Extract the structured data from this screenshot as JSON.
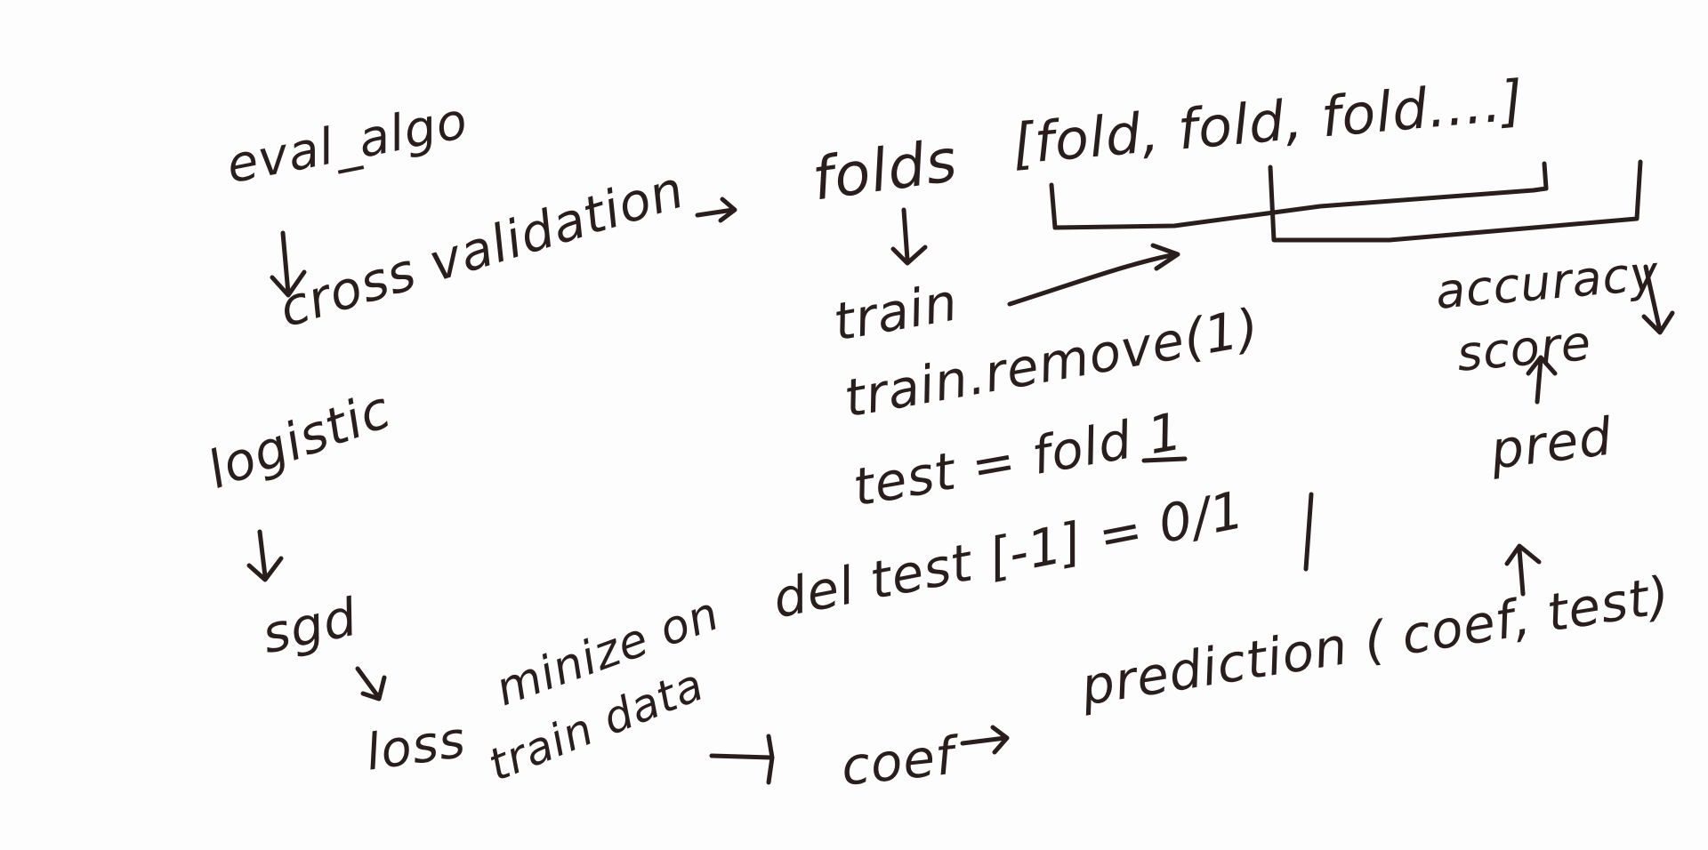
{
  "notes": {
    "eval_algo": "eval_algo",
    "cross_validation": "cross validation",
    "logistic": "logistic",
    "sgd": "sgd",
    "loss": "loss",
    "minimize_on": "minize on",
    "train_data": "train data",
    "folds": "folds",
    "fold_list": "[fold, fold, fold....]",
    "train": "train",
    "train_remove": "train.remove(1)",
    "test_fold": "test = fold 1",
    "del_test": "del test [-1] = 0/1",
    "coef": "coef",
    "prediction": "prediction ( coef, test)",
    "pred": "pred",
    "accuracy": "accuracy",
    "score": "score"
  },
  "icons": {
    "arrow": "hand-drawn-arrow-icon",
    "bracket": "hand-drawn-bracket-icon"
  },
  "colors": {
    "ink": "#2a1e1c",
    "paper": "#fefdfd"
  }
}
